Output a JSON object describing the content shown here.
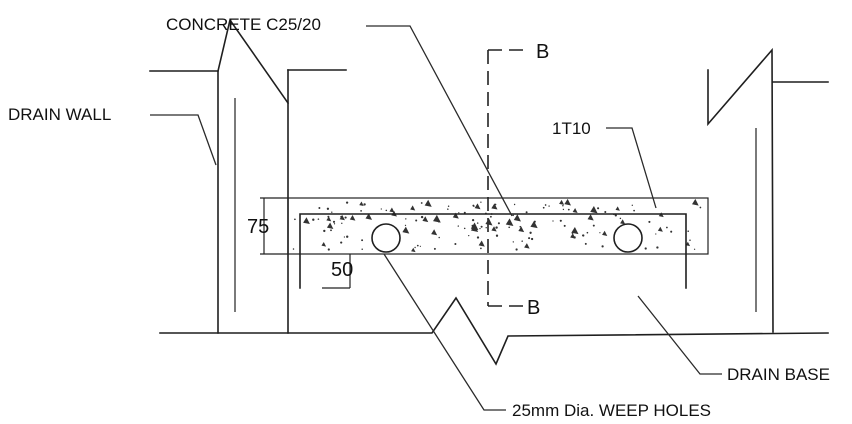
{
  "labels": {
    "concrete": "CONCRETE C25/20",
    "drain_wall": "DRAIN WALL",
    "rebar": "1T10",
    "section_top": "B",
    "section_bottom": "B",
    "dim_thickness": "75",
    "dim_cover": "50",
    "drain_base": "DRAIN BASE",
    "weep_holes": "25mm Dia. WEEP HOLES"
  }
}
